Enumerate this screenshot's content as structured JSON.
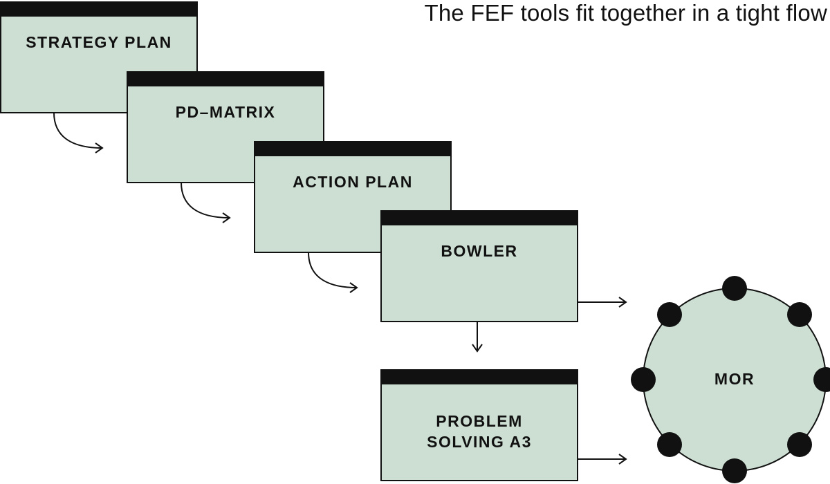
{
  "title": "The FEF tools fit together in a tight flow",
  "boxes": {
    "strategy_plan": "STRATEGY PLAN",
    "pd_matrix": "PD–MATRIX",
    "action_plan": "ACTION PLAN",
    "bowler": "BOWLER",
    "problem_solving": "PROBLEM\nSOLVING A3"
  },
  "mor": "MOR",
  "colors": {
    "box_fill": "#cddfd3",
    "stroke": "#111111"
  }
}
